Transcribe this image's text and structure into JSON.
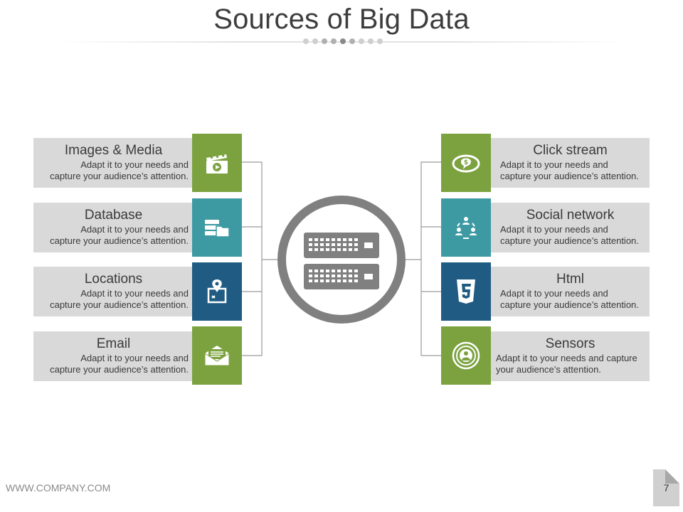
{
  "title": "Sources of Big Data",
  "colors": {
    "green": "#7ba23f",
    "teal": "#3d9aa3",
    "navy": "#1f5b82",
    "card": "#d9d9d9",
    "hub": "#808080"
  },
  "left_items": [
    {
      "heading": "Images & Media",
      "line1": "Adapt it to your needs and",
      "line2": "capture your audience’s attention.",
      "icon": "film-clapper-icon"
    },
    {
      "heading": "Database",
      "line1": "Adapt it to your needs and",
      "line2": "capture your audience’s attention.",
      "icon": "database-folder-icon"
    },
    {
      "heading": "Locations",
      "line1": "Adapt it to your needs and",
      "line2": "capture your audience’s attention.",
      "icon": "map-pin-icon"
    },
    {
      "heading": "Email",
      "line1": "Adapt it to your needs and",
      "line2": "capture your audience’s attention.",
      "icon": "envelope-icon"
    }
  ],
  "right_items": [
    {
      "heading": "Click stream",
      "line1": "Adapt it to your needs and",
      "line2": "capture your audience’s attention.",
      "icon": "money-chat-icon"
    },
    {
      "heading": "Social network",
      "line1": "Adapt it to your needs and",
      "line2": "capture your audience’s attention.",
      "icon": "people-network-icon"
    },
    {
      "heading": "Html",
      "line1": "Adapt it to your needs and",
      "line2": "capture your audience’s attention.",
      "icon": "html5-icon"
    },
    {
      "heading": "Sensors",
      "line1": "Adapt it to your needs and capture",
      "line2": "your audience’s attention.",
      "icon": "sensor-person-icon"
    }
  ],
  "center_icon": "server-rack-icon",
  "footer": {
    "url": "WWW.COMPANY.COM",
    "page_number": "7"
  }
}
